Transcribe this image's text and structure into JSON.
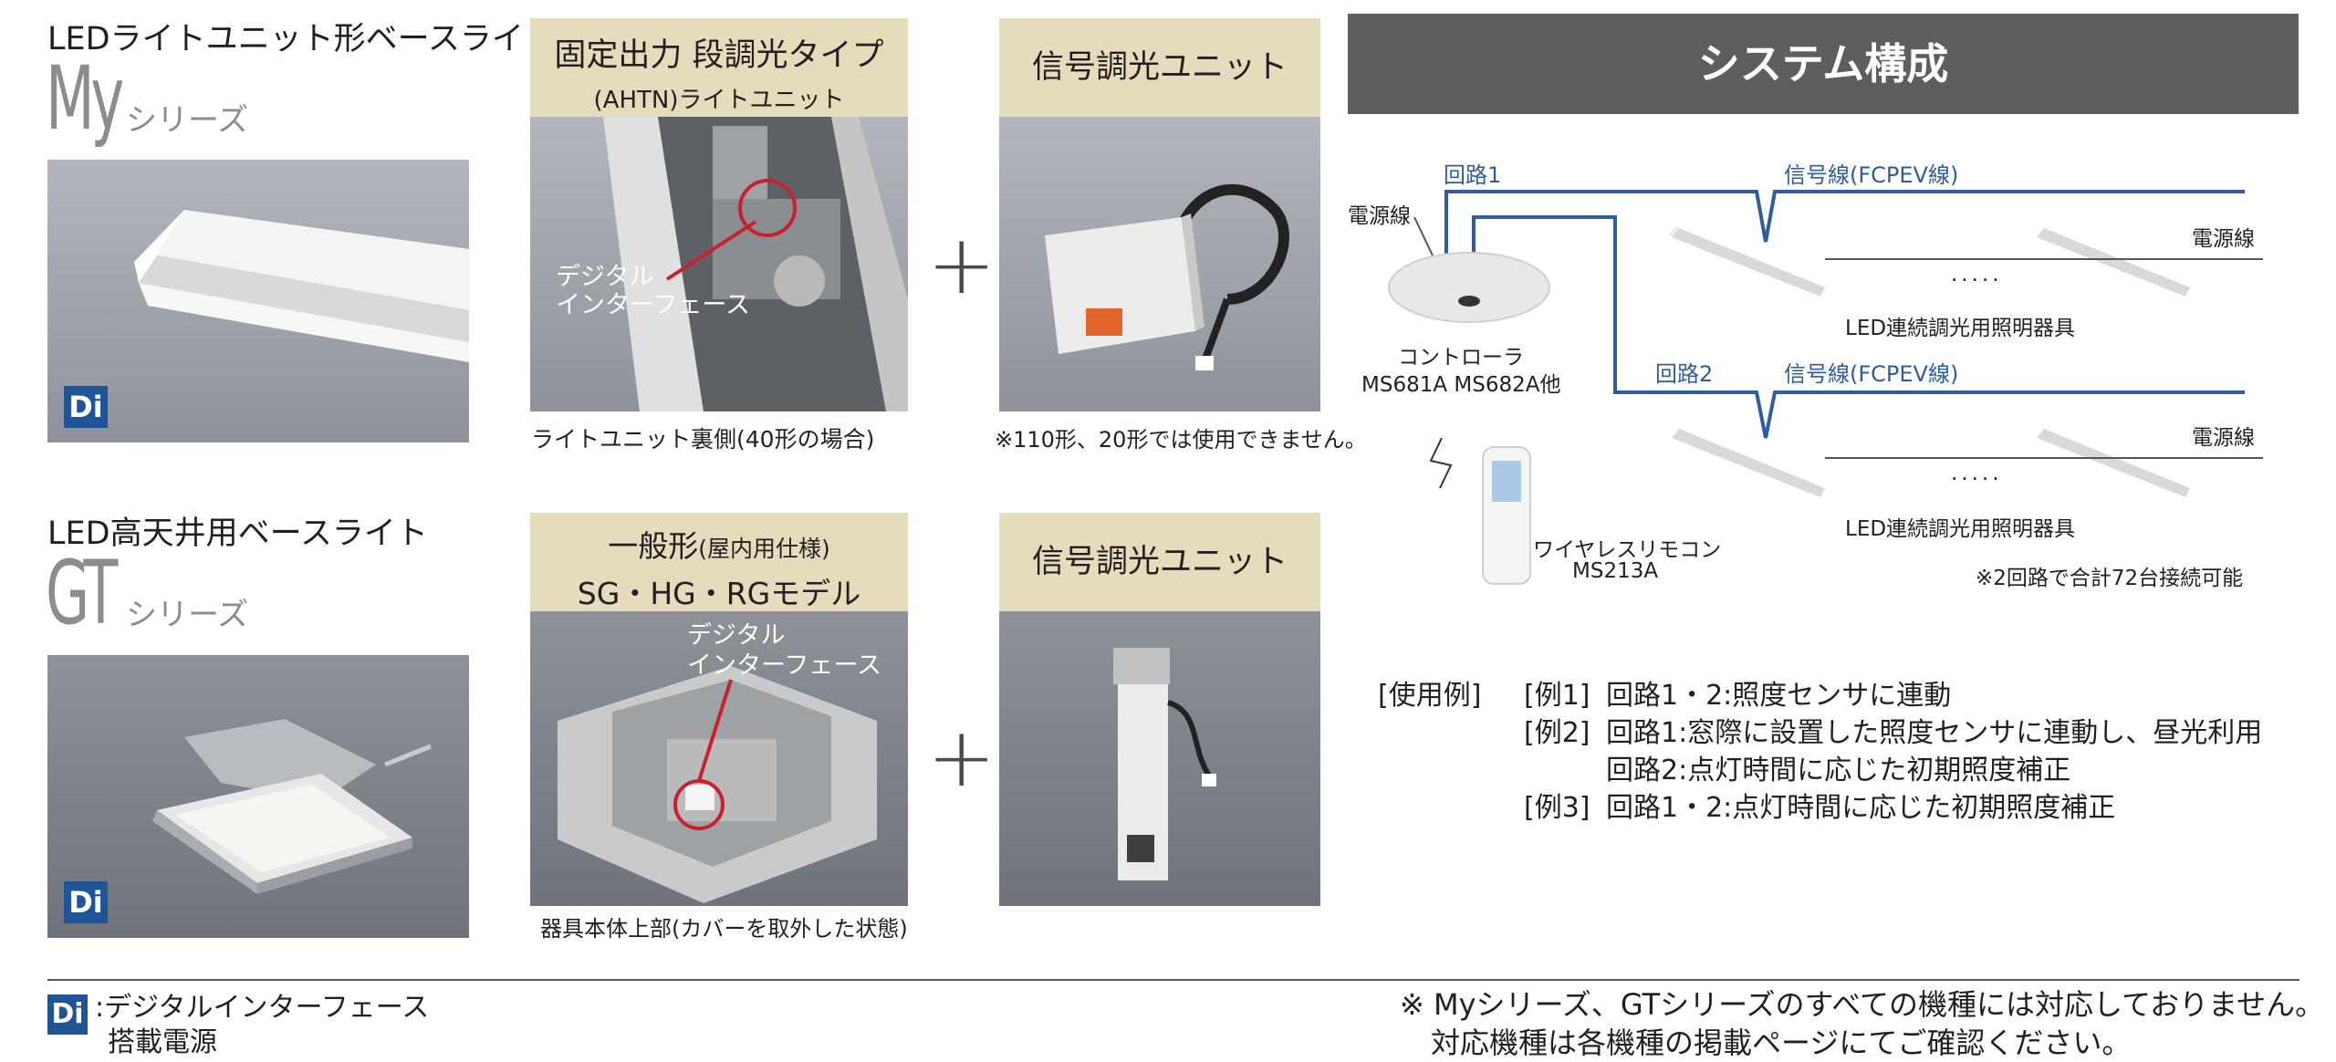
{
  "my": {
    "subtitle": "LEDライトユニット形ベースライト",
    "logo": "My",
    "suffix": "シリーズ",
    "badge": "Di"
  },
  "gt": {
    "subtitle": "LED高天井用ベースライト",
    "logo": "GT",
    "suffix": "シリーズ",
    "badge": "Di"
  },
  "panel1": {
    "title_line1": "固定出力 段調光タイプ",
    "title_line2": "(AHTN)ライトユニット",
    "callout_line1": "デジタル",
    "callout_line2": "インターフェース",
    "caption": "ライトユニット裏側(40形の場合)"
  },
  "panel2": {
    "title": "信号調光ユニット",
    "caption": "※110形、20形では使用できません。"
  },
  "panel3": {
    "title_line1": "一般形",
    "title_line1_small": "(屋内用仕様)",
    "title_line2": "SG・HG・RGモデル",
    "callout_line1": "デジタル",
    "callout_line2": "インターフェース",
    "caption": "器具本体上部(カバーを取外した状態)"
  },
  "panel4": {
    "title": "信号調光ユニット"
  },
  "plus_sign": "+",
  "system": {
    "title": "システム構成",
    "kairo1": "回路1",
    "kairo2": "回路2",
    "signal_line1": "信号線(FCPEV線)",
    "signal_line2": "信号線(FCPEV線)",
    "power_line_left": "電源線",
    "power_line_right1": "電源線",
    "power_line_right2": "電源線",
    "dots1": ".....",
    "dots2": ".....",
    "fixture_label1": "LED連続調光用照明器具",
    "fixture_label2": "LED連続調光用照明器具",
    "controller_name": "コントローラ",
    "controller_models": "MS681A MS682A他",
    "remote_name": "ワイヤレスリモコン",
    "remote_model": "MS213A",
    "connect_note": "※2回路で合計72台接続可能"
  },
  "usage": {
    "heading": "[使用例]",
    "ex1_tag": "[例1]",
    "ex1_text": "回路1・2:照度センサに連動",
    "ex2_tag": "[例2]",
    "ex2_text_a": "回路1:窓際に設置した照度センサに連動し、昼光利用",
    "ex2_text_b": "回路2:点灯時間に応じた初期照度補正",
    "ex3_tag": "[例3]",
    "ex3_text": "回路1・2:点灯時間に応じた初期照度補正"
  },
  "legend": {
    "badge": "Di",
    "line1": ":デジタルインターフェース",
    "line2": "搭載電源"
  },
  "footnote": {
    "line1": "※ Myシリーズ、GTシリーズのすべての機種には対応しておりません。",
    "line2": "対応機種は各機種の掲載ページにてご確認ください。"
  },
  "colors": {
    "di_badge": "#1f5596",
    "header_tan": "#e5dcbb",
    "system_bar": "#5f5e5c",
    "signal_blue": "#2f5d9c",
    "callout_red": "#c8202e"
  }
}
